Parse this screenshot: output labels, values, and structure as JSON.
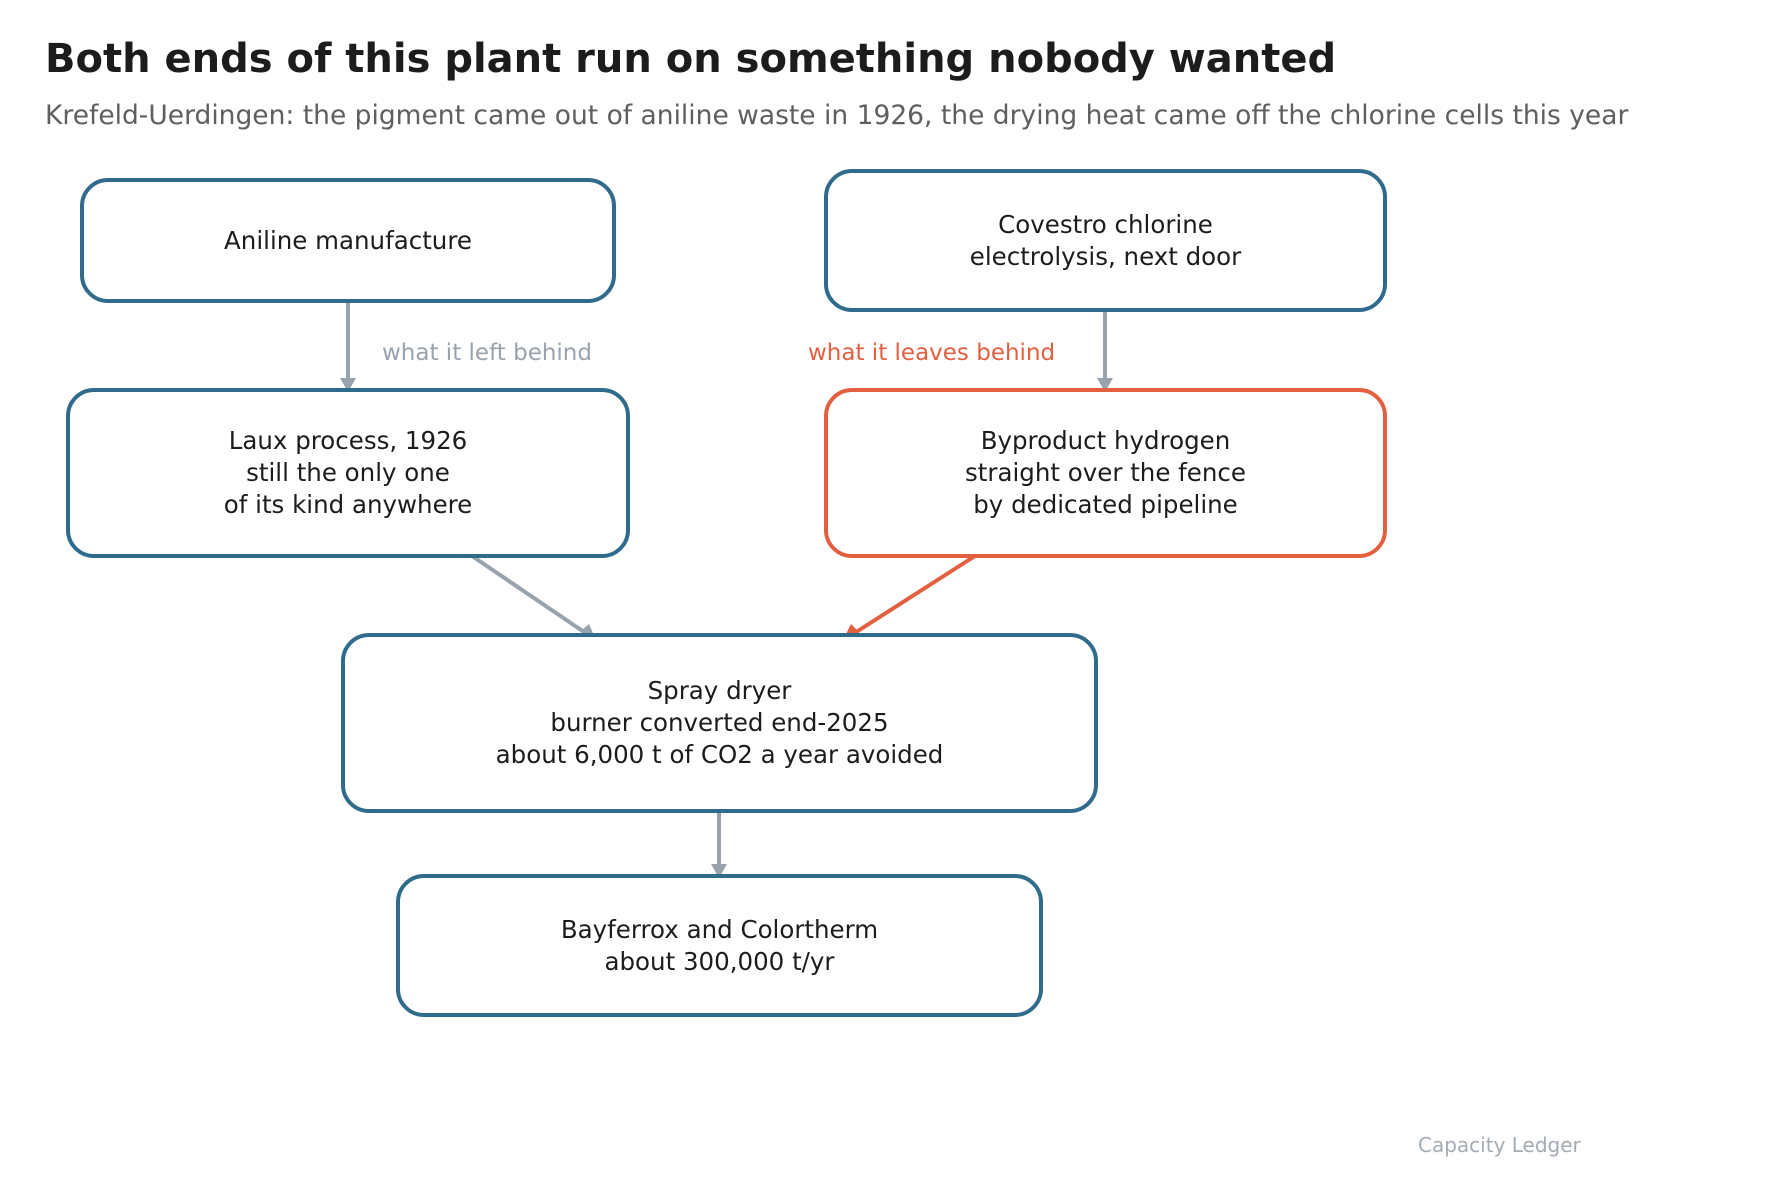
{
  "title": "Both ends of this plant run on something nobody wanted",
  "subtitle": "Krefeld-Uerdingen: the pigment came out of aniline waste in 1926, the drying heat came off the chlorine cells this year",
  "colors": {
    "node_border": "#2f6b8c",
    "highlight": "#e2603f",
    "arrow_grey": "#98a3ad",
    "text": "#1c1c1c",
    "subtitle": "#5f5f5f"
  },
  "nodes": {
    "aniline": "Aniline manufacture",
    "chlorine": "Covestro chlorine\nelectrolysis, next door",
    "laux": "Laux process, 1926\nstill the only one\nof its kind anywhere",
    "hydrogen": "Byproduct hydrogen\nstraight over the fence\nby dedicated pipeline",
    "dryer": "Spray dryer\nburner converted end-2025\nabout 6,000 t of CO2 a year avoided",
    "product": "Bayferrox and Colortherm\nabout 300,000 t/yr"
  },
  "edge_labels": {
    "left": "what it left behind",
    "right": "what it leaves behind"
  },
  "credit": "Capacity Ledger"
}
